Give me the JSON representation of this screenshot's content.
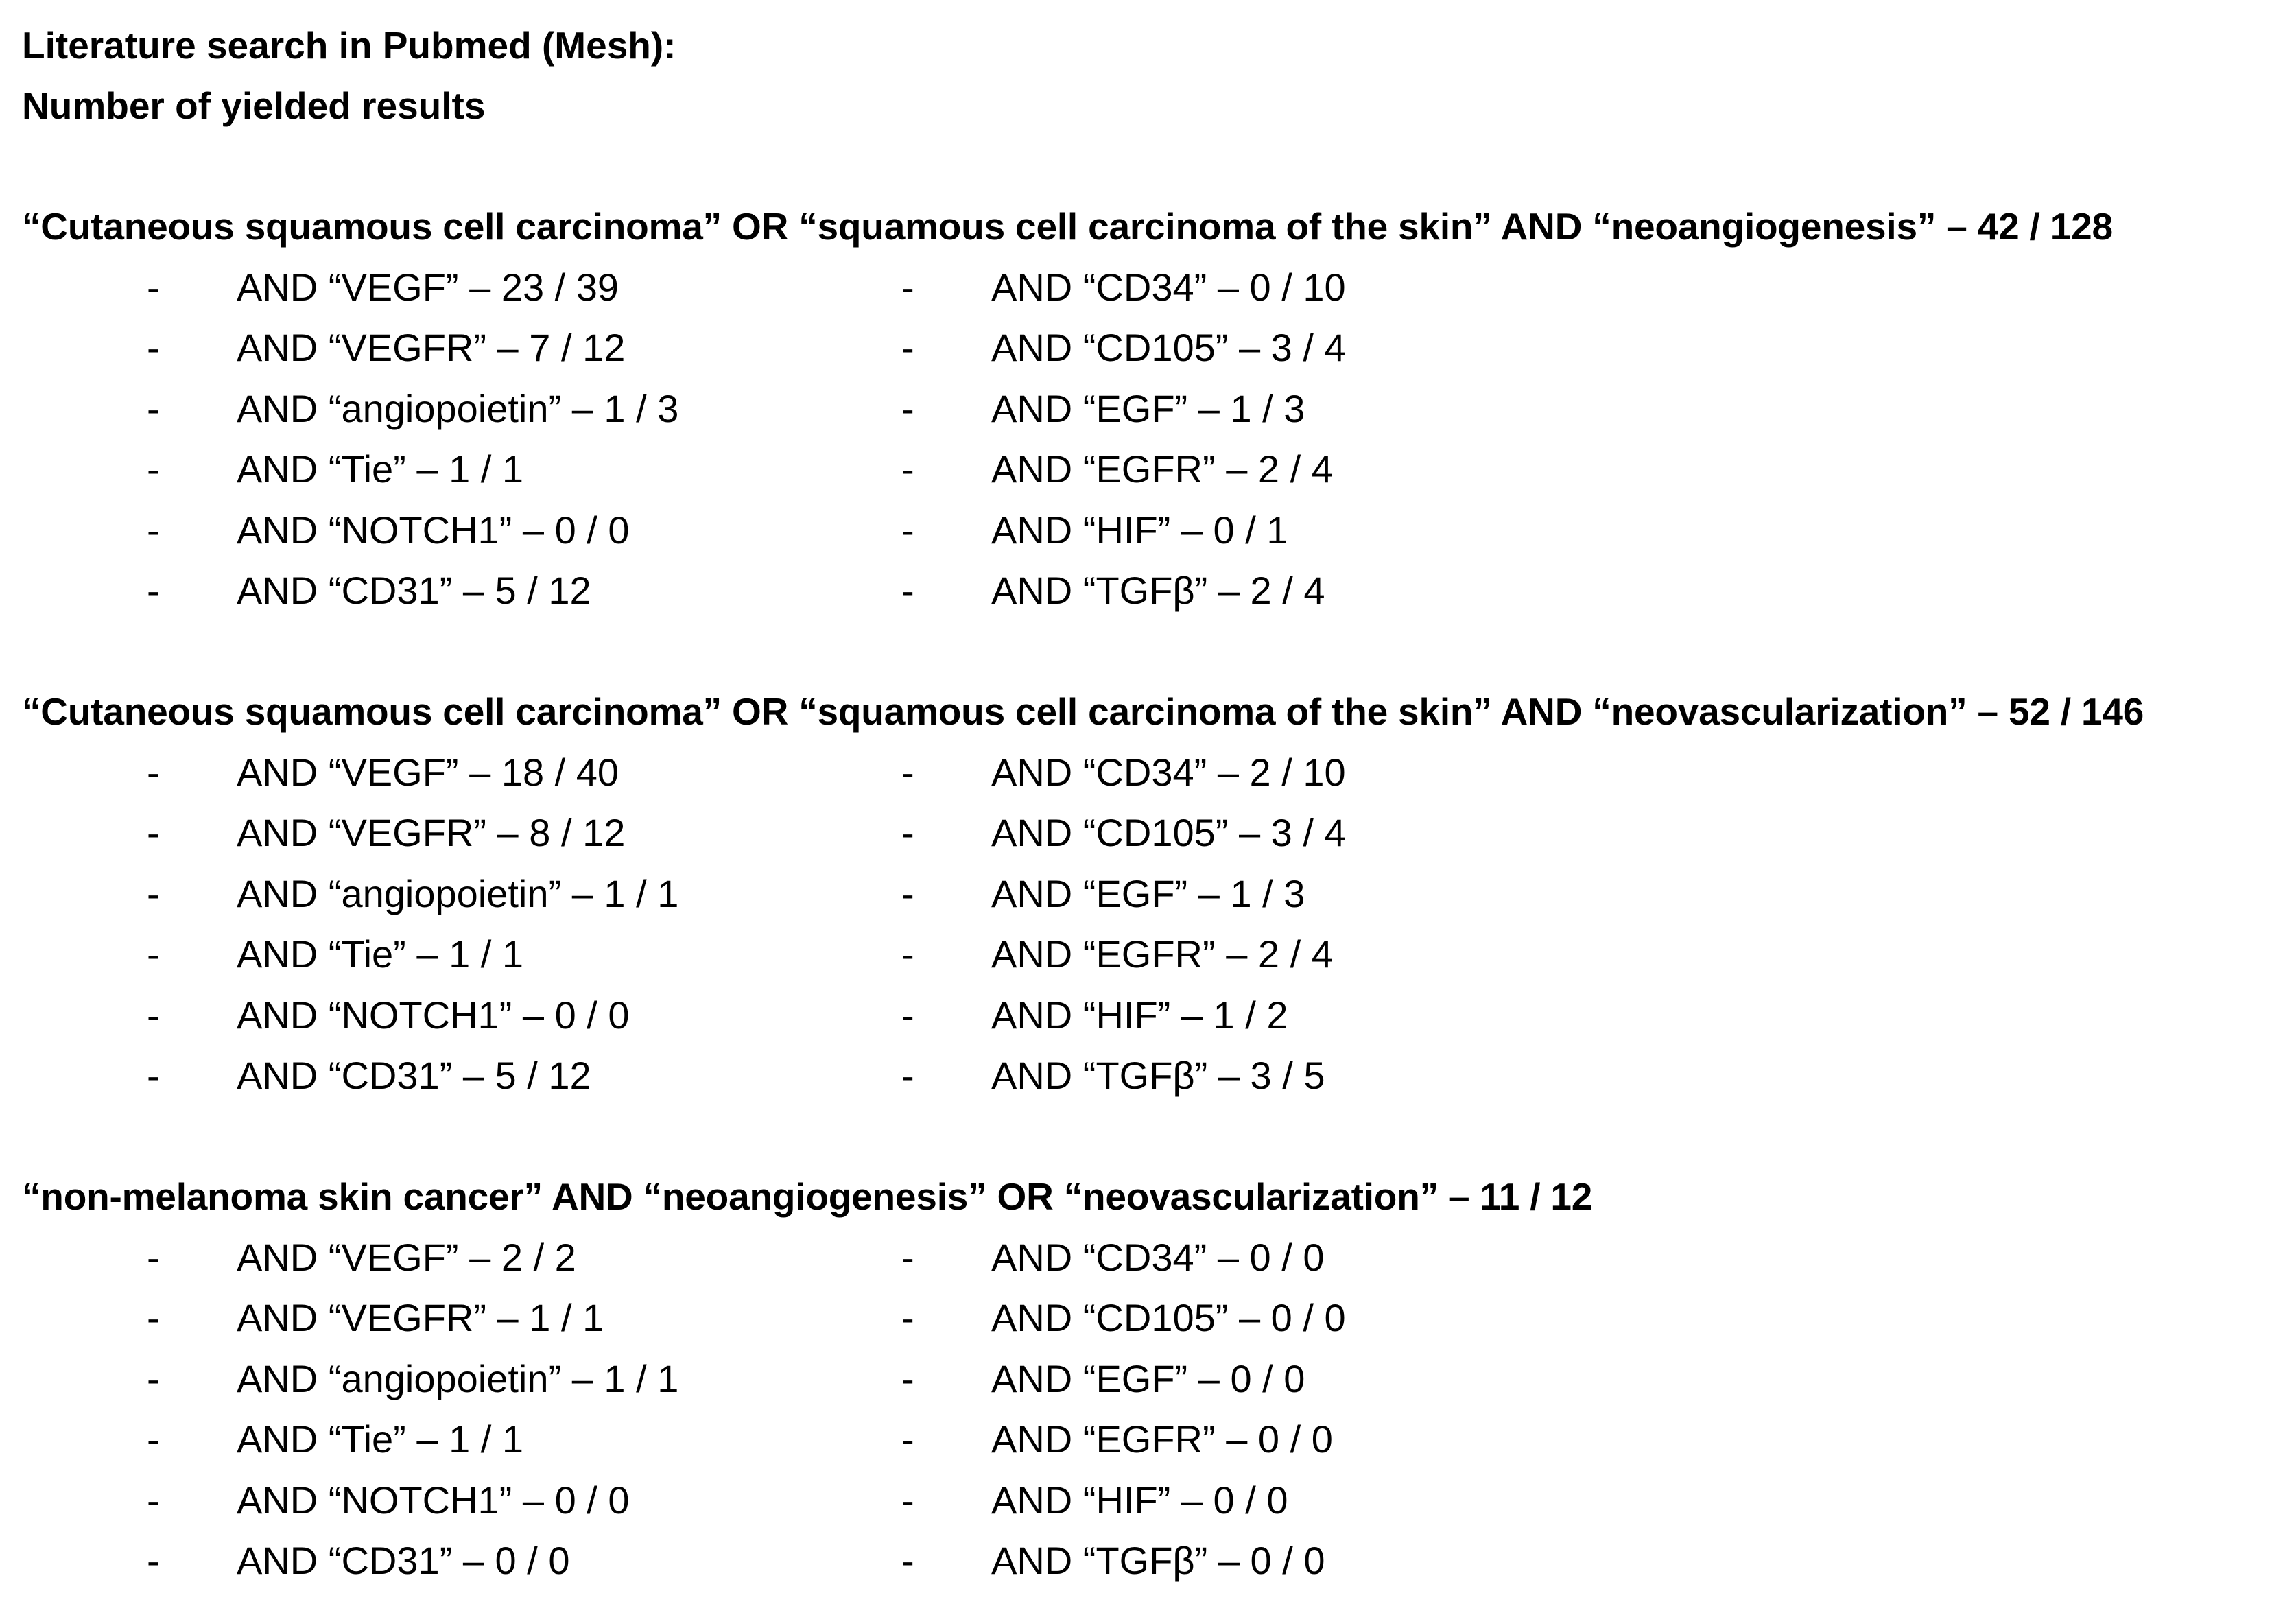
{
  "header": {
    "line1": "Literature search in Pubmed (Mesh):",
    "line2": "Number of yielded results"
  },
  "sections": [
    {
      "heading": "“Cutaneous squamous cell carcinoma” OR “squamous cell carcinoma of the skin” AND “neoangiogenesis” – 42 / 128",
      "left": [
        "AND “VEGF” – 23 / 39",
        "AND “VEGFR” – 7 / 12",
        "AND “angiopoietin” – 1 / 3",
        "AND “Tie” – 1 / 1",
        "AND “NOTCH1” – 0 / 0",
        "AND “CD31” – 5 / 12"
      ],
      "right": [
        "AND “CD34” – 0 / 10",
        "AND “CD105” – 3 / 4",
        "AND “EGF” – 1 / 3",
        "AND “EGFR” – 2 / 4",
        "AND “HIF” – 0 / 1",
        "AND “TGFβ” – 2 / 4"
      ]
    },
    {
      "heading": "“Cutaneous squamous cell carcinoma” OR “squamous cell carcinoma of the skin” AND “neovascularization” – 52 / 146",
      "left": [
        "AND “VEGF” – 18 / 40",
        "AND “VEGFR” – 8 / 12",
        "AND “angiopoietin” – 1 / 1",
        "AND “Tie” – 1 / 1",
        "AND “NOTCH1” – 0 / 0",
        "AND “CD31” – 5 / 12"
      ],
      "right": [
        "AND “CD34” – 2 / 10",
        "AND “CD105” – 3 / 4",
        "AND “EGF” – 1 / 3",
        "AND “EGFR” – 2 / 4",
        "AND “HIF” – 1 / 2",
        "AND “TGFβ” –  3 / 5"
      ]
    },
    {
      "heading": "“non-melanoma skin cancer” AND “neoangiogenesis” OR “neovascularization” – 11 / 12",
      "left": [
        "AND “VEGF” – 2 / 2",
        "AND “VEGFR” – 1 / 1",
        "AND “angiopoietin” – 1 / 1",
        "AND “Tie” – 1 / 1",
        "AND “NOTCH1” – 0 / 0",
        "AND “CD31” – 0 / 0"
      ],
      "right": [
        "AND “CD34” – 0 / 0",
        "AND “CD105” – 0 / 0",
        "AND “EGF” – 0 / 0",
        "AND “EGFR” –  0 / 0",
        "AND “HIF” – 0 / 0",
        "AND “TGFβ” –  0 / 0"
      ]
    }
  ],
  "bullet": "-"
}
